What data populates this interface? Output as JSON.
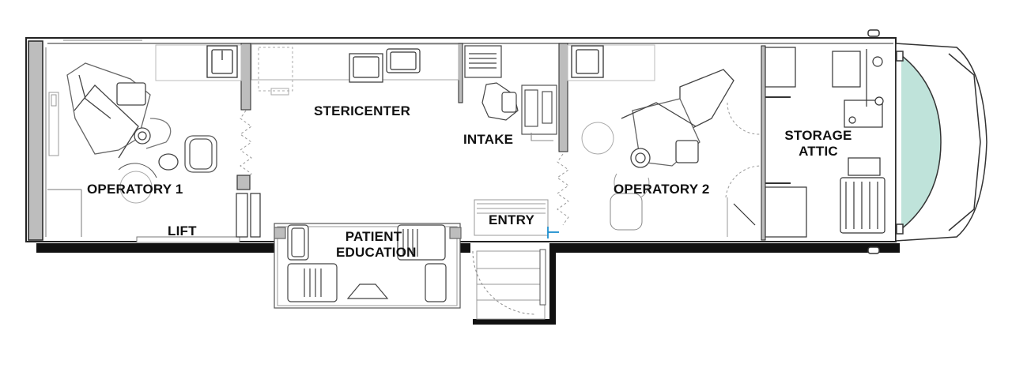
{
  "colors": {
    "wall": "#222222",
    "wall_fill": "#bdbdbd",
    "line": "#666666",
    "light_line": "#a8a8a8",
    "background": "#ffffff",
    "windshield": "#bfe3da",
    "accent": "#1e8fd0"
  },
  "rooms": {
    "operatory_1": "OPERATORY 1",
    "lift": "LIFT",
    "stericenter": "STERICENTER",
    "patient_education": "PATIENT EDUCATION",
    "intake": "INTAKE",
    "entry": "ENTRY",
    "operatory_2": "OPERATORY 2",
    "storage_attic": "STORAGE ATTIC"
  }
}
